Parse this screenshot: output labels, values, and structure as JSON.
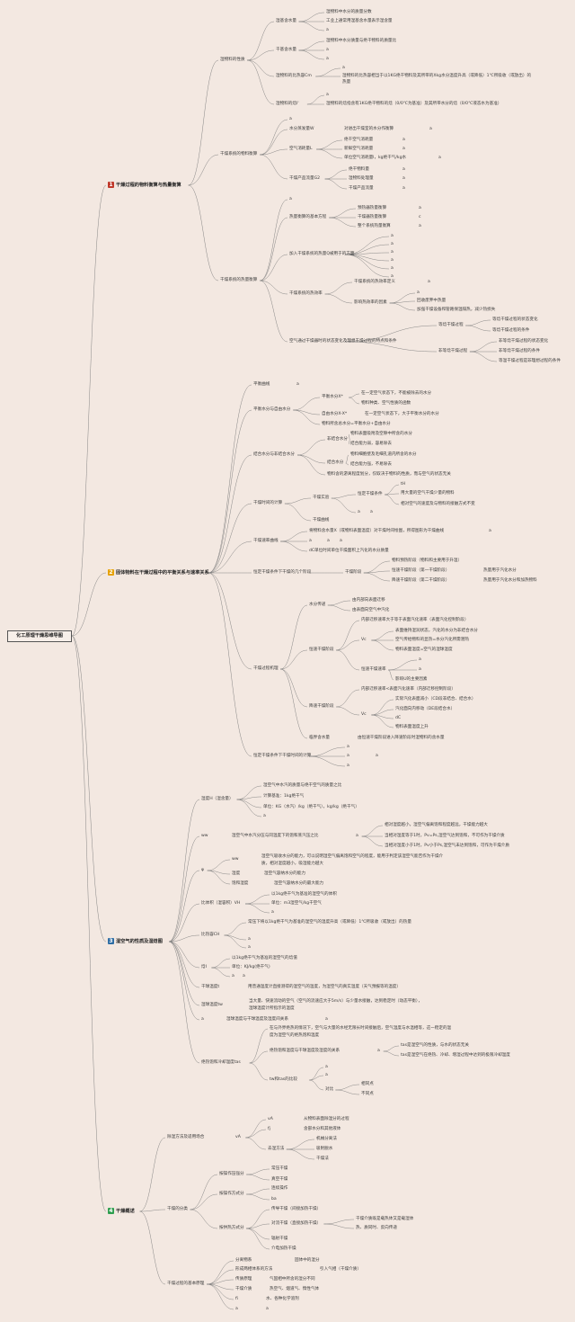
{
  "root": "化工原理干燥思维导图",
  "colors": {
    "line": "#777777",
    "b1": "#c0392b",
    "b2": "#e6a100",
    "b3": "#2e6da4",
    "b4": "#2e9e4f"
  },
  "b1": {
    "title": "干燥过程的物料衡算与热量衡算",
    "s1": {
      "label": "湿物料的性质",
      "a": {
        "label": "湿基含水量",
        "c1": "湿物料中水分的质量分数",
        "c2": "工业上通常用湿基含水量表示湿含量",
        "c3": "a"
      },
      "b": {
        "label": "干基含水量",
        "c1": "湿物料中水分质量与绝干物料的质量比",
        "c2": "a",
        "c3": "a"
      },
      "c": {
        "label": "湿物料的比热容Cm",
        "c1": "a",
        "c2": "湿物料的比热容相当于以1KG绝干物料及其所带的Xkg水分温度升高（或降低）1℃所吸收（或放出）的热量"
      },
      "d": {
        "label": "湿物料的焓I'",
        "c1": "a",
        "c2": "湿物料的焓指含有1KG绝干物料的焓（0/0℃为基准）及其所带水分的焓（0/0℃液态水为基准）"
      }
    },
    "s2": {
      "label": "干燥系统的物料衡算",
      "c0": "a",
      "a": {
        "label": "水分蒸发量W",
        "t": "对进出干燥室的水分作衡算",
        "e": "a"
      },
      "b": {
        "label": "空气消耗量L",
        "c1": "绝干空气消耗量",
        "c2": "新鲜空气消耗量",
        "c3": "单位空气消耗量l，kg绝干气/kg水",
        "e1": "a",
        "e2": "a",
        "e3": "a"
      },
      "c": {
        "label": "干燥产品流量G2",
        "c1": "绝干物料量",
        "c2": "湿物料处理量",
        "c3": "干燥产品流量",
        "e1": "a",
        "e2": "a",
        "e3": "a"
      }
    },
    "s3": {
      "label": "干燥系统的热量衡算",
      "c0": "a",
      "a": {
        "label": "热量衡算的基本方程",
        "c1": "预热器热量衡算",
        "c2": "干燥器热量衡算",
        "c3": "整个系统热量衡算",
        "e1": "a",
        "e2": "c",
        "e3": "a"
      },
      "b": {
        "label": "加入干燥系统的热量Q被用于的方面",
        "items": [
          "a",
          "a",
          "a",
          "a",
          "a",
          "a"
        ]
      },
      "c": {
        "label": "干燥系统的热效率",
        "c1": "干燥系统的热效率定义",
        "e1": "a",
        "c2": "影响热效率的因素",
        "d1": "a",
        "d2": "回收废弃中热量",
        "d3": "加强干燥设备和管路保温隔热，减少热损失"
      },
      "d": {
        "label": "空气通过干燥器时的状态变化及理想干燥过程的特点和条件",
        "e": {
          "label": "等焓干燥过程",
          "c1": "等焓干燥过程的状态变化",
          "c2": "等焓干燥过程的条件"
        },
        "f": {
          "label": "非等焓干燥过程",
          "c1": "非等焓干燥过程的状态变化",
          "c2": "非等焓干燥过程的条件",
          "c3": "等温干燥过程是非理想过程的条件"
        }
      }
    }
  },
  "b2": {
    "title": "固体物料在干燥过程中的平衡关系与速率关系",
    "s1": {
      "label": "平衡曲线",
      "e": "a"
    },
    "s2": {
      "label": "平衡水分与自由水分",
      "a": {
        "label": "平衡水分X*",
        "c1": "在一定空气状态下，不能被除去的水分",
        "c2": "物料种类、空气性质的函数"
      },
      "b": {
        "label": "自由水分X-X*",
        "c1": "在一定空气状态下，大于平衡水分的水分"
      },
      "c": "物料所含总水分=平衡水分+自由水分"
    },
    "s3": {
      "label": "结合水分与非结合水分",
      "a": {
        "label": "非结合水分",
        "c1": "物料表面吸附及空隙中所含的水分",
        "c2": "结合能力弱，容易除去"
      },
      "b": {
        "label": "结合水分",
        "c1": "物料细胞壁及毛细孔道内所含的水分",
        "c2": "结合能力强，不易除去"
      },
      "c": "物料含的游离程度划分，仅取决于物料的性质，而与空气的状态无关"
    },
    "s4": {
      "label": "干燥时间的计算",
      "a": {
        "label": "干燥实验",
        "b": {
          "label": "恒定干燥条件",
          "c1": "tH",
          "c2": "用大量的空气干燥少量的物料",
          "c3": "相对空气的速度及与物料的接触方式不变"
        },
        "e1": "a",
        "e2": "a"
      },
      "b": "干燥曲线"
    },
    "s5": {
      "label": "干燥速率曲线",
      "t": "将物料含水量X（或物料表面温度）对干燥时间绘图，所得图形为干燥曲线",
      "e": "a",
      "c1": "dC",
      "c2": "单位时间单位干燥面积上汽化的水分质量",
      "e1": "a",
      "e2": "a",
      "e3": "a"
    },
    "s6": {
      "label": "恒定干燥条件下干燥的几个阶段",
      "a": "干燥阶段",
      "c1": "物料预热阶段（物料和主要用于升温）",
      "c2": "恒速干燥阶段（第一干燥阶段）",
      "c3": "降速干燥阶段（第二干燥阶段）",
      "d2": "热量用于汽化水分",
      "d3": "热量用于汽化水分和加热物料"
    },
    "s7": {
      "label": "干燥过程机理",
      "a": {
        "label": "水分传递",
        "c1": "由内部向表面迁移",
        "c2": "由表面向空气中汽化"
      },
      "b": {
        "label": "恒速干燥阶段",
        "c1": "内部迁移速率大于等于表面汽化速率（表面汽化控制阶段）",
        "v": {
          "label": "Vc",
          "c1": "表面维持湿润状态，汽化的水分为非结合水分",
          "c2": "空气传给物料的显热=水分汽化所需潜热",
          "c3": "物料表面温度=空气的湿球温度"
        },
        "w": {
          "label": "恒速干燥速率",
          "c1": "a",
          "c2": "a",
          "c3": "影响U的主要因素"
        }
      },
      "c": {
        "label": "降速干燥阶段",
        "c1": "内部迁移速率<表面汽化速率（内部迁移控制阶段）",
        "v": {
          "label": "Vc",
          "c1": "实际汽化表面减小（CD段非结合、结合水）",
          "c2": "汽化面向内移动（DE段结合水）",
          "c3": "dC",
          "c4": "物料表面温度上升"
        }
      },
      "d": {
        "label": "临界含水量",
        "t": "由恒速干燥阶段进入降速阶段时湿物料的含水量"
      }
    },
    "s8": {
      "label": "恒定干燥条件下干燥时间的计算",
      "c1": "a",
      "c2": "a",
      "c3": "a",
      "e": "a"
    }
  },
  "b3": {
    "title": "湿空气的性质及湿焓图",
    "s1": {
      "label": "湿度H（湿含量）",
      "c1": "湿空气中水汽的质量与绝干空气的质量之比",
      "c2": "计算基准：1kg绝干气",
      "c3": "单位：KG（水汽）/kg（绝干气），kg/kg（绝干气）",
      "c4": "a"
    },
    "s2": {
      "label": "ww",
      "t": "湿空气中水汽分压与同温度下的饱和蒸汽压之比",
      "e": "a",
      "c1": "相对湿度越小，湿空气偏离饱和程度越远，干燥能力越大",
      "c2": "当相对湿度等于1时，Pv=Ps,湿空气达到饱和，不可作为干燥介质",
      "c3": "当相对湿度小于1时，Pv小于Ps,湿空气未达到饱和，可作为干燥介质"
    },
    "s3": {
      "label": "φ",
      "a": {
        "label": "ww",
        "c1": "湿空气吸收水分的能力，可以说明湿空气偏离饱和空气的程度，能用于判定该湿空气能否作为干燥介质，相对湿度越小，吸湿能力越大"
      },
      "b": {
        "label": "湿度",
        "c1": "湿空气容纳水分的能力"
      },
      "c": {
        "label": "饱和湿度",
        "c1": "湿空气容纳水分的最大能力"
      }
    },
    "s4": {
      "label": "比体积（湿容积）VH",
      "c1": "以1kg绝干气为基准的湿空气的体积",
      "c2": "单位：m3湿空气/kg干空气",
      "c3": "a"
    },
    "s5": {
      "label": "比热容CH",
      "c1": "常压下将以1kg绝干气为基准的湿空气的温度升高（或降低）1℃所吸收（或放出）的热量",
      "c2": "a",
      "c3": "a"
    },
    "s6": {
      "label": "焓I",
      "c1": "以1kg绝干气为基准的湿空气的焓值",
      "c2": "单位：KJ/kg(绝干气)",
      "c3": "a",
      "e": "a"
    },
    "s7": {
      "label": "干球温度t",
      "t": "用普通温度计直接测得的湿空气的温度，为湿空气的真实温度（天气预报等的温度）"
    },
    "s8": {
      "label": "湿球温度tw",
      "t": "当大量、快速流动的空气（空气的流速应大于5m/s）与少量水接触，达到稳定时（动态平衡），湿球温度计所指示的温度"
    },
    "s9": {
      "label": "a",
      "t": "湿球温度与干球温度及湿度间关系",
      "e": "a"
    },
    "s10": {
      "label": "绝热饱和冷却温度tas",
      "c1": "在与外界绝热的情况下，空气与大量的水经无限长时间接触后，空气温度与水温相等，这一稳定的温度为湿空气的绝热饱和温度",
      "b": {
        "label": "绝热饱和温度与干球温度及湿度的关系",
        "e": "a",
        "c1": "tas是湿空气的性质，与水的状态无关",
        "c2": "tas是湿空气在绝热、冷却、增湿过程中达到的极限冷却温度"
      },
      "c": {
        "label": "tw和tas的比较",
        "c1": "a",
        "c2": "a",
        "d": {
          "label": "对比",
          "c1": "相同点",
          "c2": "不同点"
        }
      }
    }
  },
  "b4": {
    "title": "干燥概述",
    "s1": {
      "label": "除湿方法及适用场合",
      "a": "vA",
      "c1": {
        "label": "vA",
        "t": "从物料表面除湿分的过程"
      },
      "c2": {
        "label": "fj",
        "t": "含部水分和其他液体"
      },
      "c3": {
        "label": "去湿方法",
        "c1": "机械分离法",
        "c2": "吸附脱水",
        "c3": "干燥法"
      }
    },
    "s2": {
      "label": "干燥的分类",
      "a": {
        "label": "按操作压强分",
        "c1": "常压干燥",
        "c2": "真空干燥"
      },
      "b": {
        "label": "按操作方式分",
        "c1": "连续操作",
        "c2": "ba"
      },
      "c": {
        "label": "按供热方式分",
        "c1": "传导干燥（间接加热干燥）",
        "c2": "对流干燥（直接加热干燥）",
        "c3": "辐射干燥",
        "c4": "介电加热干燥",
        "d1": "干燥介质既是载热体又是载湿体",
        "d2": "热、质同时、反向传递"
      }
    },
    "s3": {
      "label": "干燥过程的基本原理",
      "c1": {
        "label": "分离物系",
        "t": "固体中的湿分"
      },
      "c2": {
        "label": "形成两相体系的方法",
        "t": "引入气相（干燥介质）"
      },
      "c3": {
        "label": "传质原理",
        "t": "气固相中所含的湿分不同"
      },
      "c4": {
        "label": "干燥介质",
        "t": "热空气、烟道气、惰性气体"
      },
      "c5": {
        "label": "fi",
        "t": "水、各种化学溶剂"
      },
      "c6": {
        "label": "a",
        "t": "a"
      }
    }
  }
}
